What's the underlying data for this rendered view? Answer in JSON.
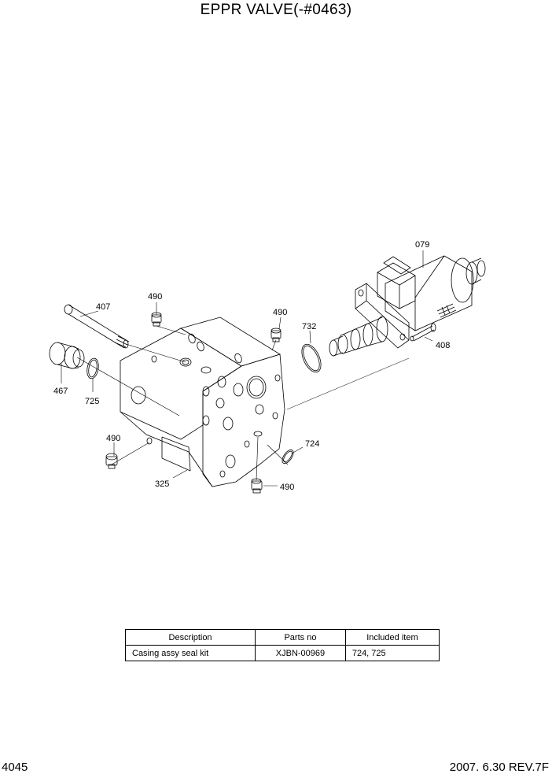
{
  "header": {
    "title": "EPPR VALVE(-#0463)"
  },
  "callouts": {
    "c079": "079",
    "c407": "407",
    "c490a": "490",
    "c490b": "490",
    "c490c": "490",
    "c490d": "490",
    "c732": "732",
    "c408": "408",
    "c467": "467",
    "c725": "725",
    "c724": "724",
    "c325": "325"
  },
  "parts_table": {
    "headers": [
      "Description",
      "Parts no",
      "Included item"
    ],
    "rows": [
      [
        "Casing assy seal kit",
        "XJBN-00969",
        "724, 725"
      ]
    ]
  },
  "footer": {
    "page_number": "4045",
    "revision": "2007. 6.30 REV.7F"
  }
}
